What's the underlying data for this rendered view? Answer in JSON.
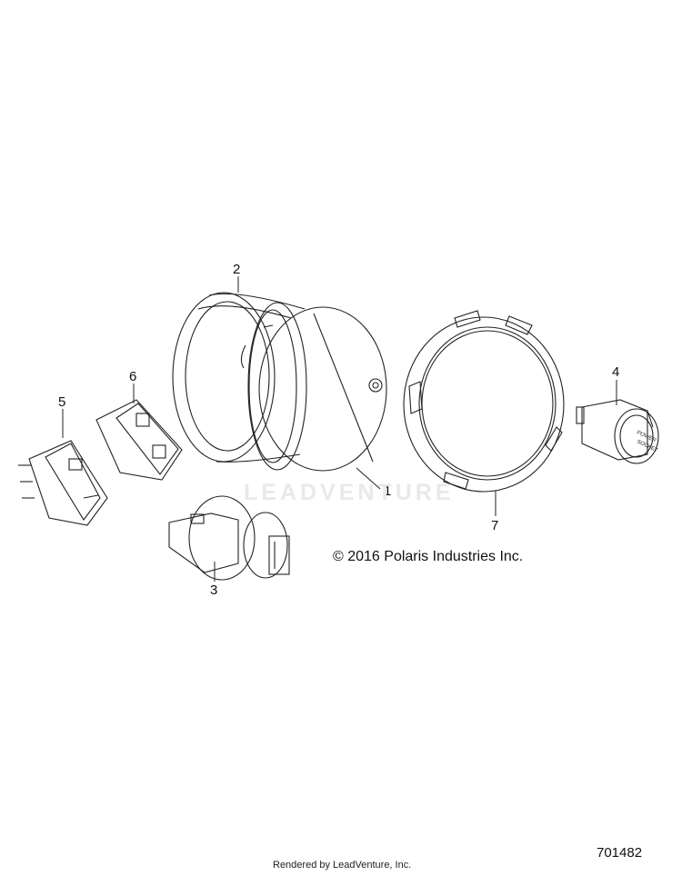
{
  "copyright": "© 2016 Polaris Industries Inc.",
  "watermark": "LEADVENTURE",
  "rendered_by": "Rendered by LeadVenture, Inc.",
  "drawing_number": "701482",
  "callouts": [
    {
      "id": "1",
      "label": "1"
    },
    {
      "id": "2",
      "label": "2"
    },
    {
      "id": "3",
      "label": "3"
    },
    {
      "id": "4",
      "label": "4"
    },
    {
      "id": "5",
      "label": "5"
    },
    {
      "id": "6",
      "label": "6"
    },
    {
      "id": "7",
      "label": "7"
    }
  ],
  "socket_text": [
    "POWER",
    "SOCKET"
  ]
}
